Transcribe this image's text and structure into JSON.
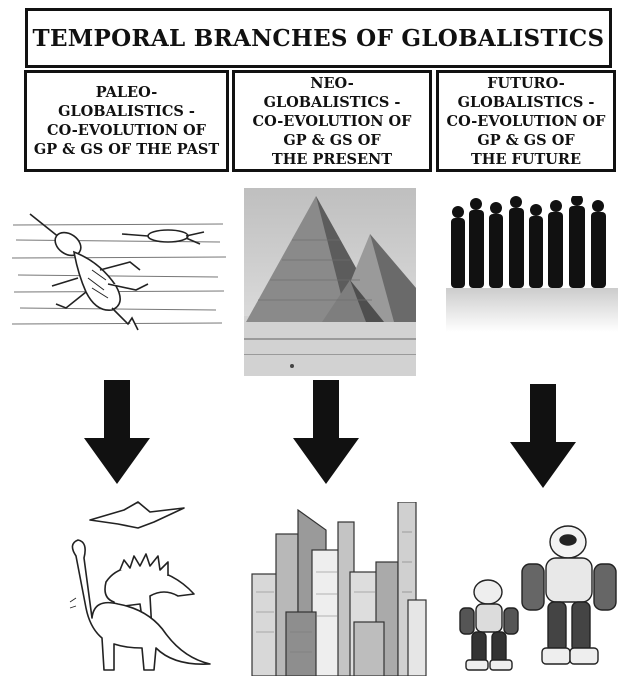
{
  "title": "TEMPORAL BRANCHES OF GLOBALISTICS",
  "branches": [
    {
      "lines": [
        "PALEO-",
        "GLOBALISTICS -",
        "CO-EVOLUTION OF",
        "GP & GS OF THE PAST"
      ]
    },
    {
      "lines": [
        "NEO-",
        "GLOBALISTICS -",
        "CO-EVOLUTION OF",
        "GP & GS OF",
        "THE PRESENT"
      ]
    },
    {
      "lines": [
        "FUTURO-",
        "GLOBALISTICS -",
        "CO-EVOLUTION OF",
        "GP & GS OF",
        "THE FUTURE"
      ]
    }
  ],
  "colors": {
    "ink": "#111111",
    "sky": "#c9c9c9",
    "sand": "#bdbdbd"
  },
  "icons": {
    "top": [
      "eurypterid-illustration",
      "pyramids-photo",
      "people-silhouettes"
    ],
    "arrows": [
      "arrow-down-icon",
      "arrow-down-icon",
      "arrow-down-icon"
    ],
    "bottom": [
      "dinosaurs-illustration",
      "skyscrapers-illustration",
      "robots-photo"
    ]
  }
}
